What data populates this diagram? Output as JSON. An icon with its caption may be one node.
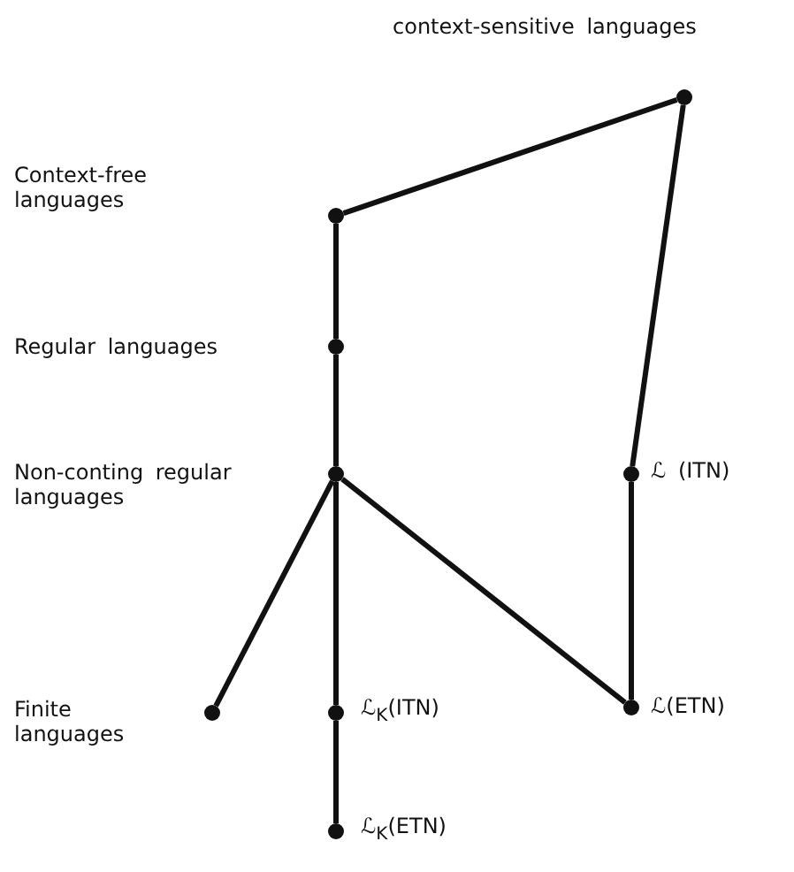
{
  "diagram": {
    "nodes": [
      {
        "text": [],
        "shape": "circle",
        "beside": [
          "context-sensitive languages"
        ]
      },
      {
        "text": [],
        "shape": "circle"
      },
      {
        "text": [],
        "shape": "circle"
      },
      {
        "text": [],
        "shape": "circle"
      },
      {
        "text": [],
        "shape": "circle",
        "beside": [
          "ℒ (ITN)"
        ]
      },
      {
        "text": [],
        "shape": "circle",
        "beside": [
          "Finite languages"
        ]
      },
      {
        "text": [],
        "shape": "circle",
        "beside": [
          "ℒ$_{K}$(ITN)"
        ]
      },
      {
        "text": [],
        "shape": "circle",
        "beside": [
          "ℒ(ETN)"
        ]
      },
      {
        "text": [],
        "shape": "circle",
        "beside": [
          "ℒ$_{K}$(ETN)"
        ]
      }
    ],
    "edges": [
      {
        "from": 1,
        "to": 0,
        "arrow": "none"
      },
      {
        "from": 0,
        "to": 4,
        "arrow": "none"
      },
      {
        "from": 4,
        "to": 7,
        "arrow": "none"
      },
      {
        "from": 1,
        "to": 2,
        "arrow": "none"
      },
      {
        "from": 2,
        "to": 3,
        "arrow": "none"
      },
      {
        "from": 3,
        "to": 5,
        "arrow": "none"
      },
      {
        "from": 3,
        "to": 6,
        "arrow": "none"
      },
      {
        "from": 6,
        "to": 8,
        "arrow": "none"
      },
      {
        "from": 3,
        "to": 7,
        "arrow": "none"
      }
    ],
    "labels": [
      "Context-free languages",
      "Regular languages",
      "Non-conting regular languages"
    ]
  }
}
